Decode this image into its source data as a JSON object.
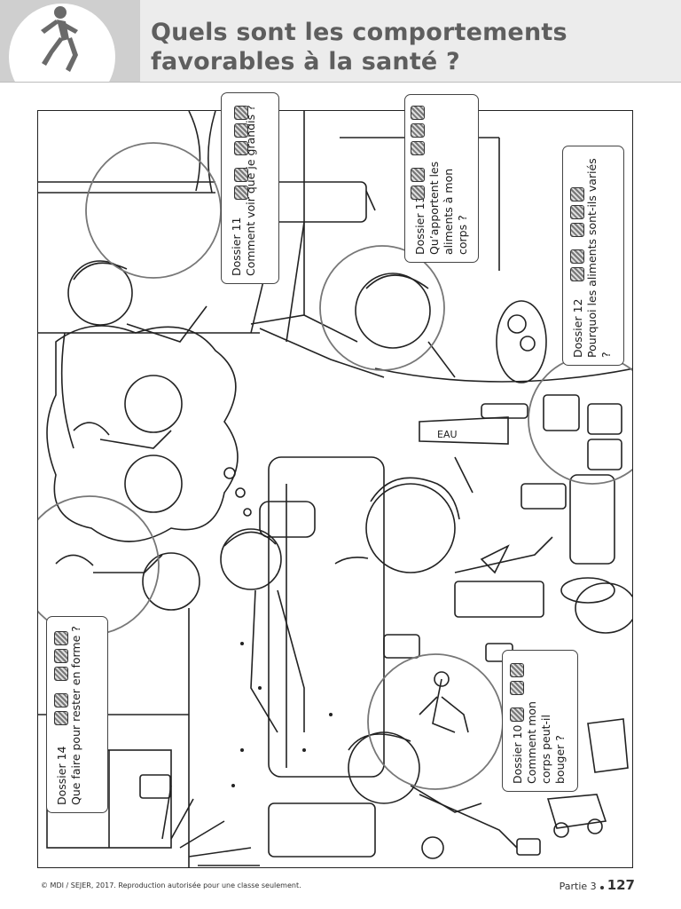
{
  "header": {
    "title_line1": "Quels sont les comportements",
    "title_line2": "favorables à la santé ?",
    "icon": "runner-icon"
  },
  "dossiers": [
    {
      "label": "Dossier 11",
      "question": "Comment voir que je grandis ?",
      "difficulty_icons": 5
    },
    {
      "label": "Dossier 13",
      "question": "Qu’apportent les aliments à mon corps ?",
      "difficulty_icons": 5
    },
    {
      "label": "Dossier 12",
      "question": "Pourquoi les aliments sont-ils variés ?",
      "difficulty_icons": 5
    },
    {
      "label": "Dossier 14",
      "question": "Que faire pour rester en forme ?",
      "difficulty_icons": 5
    },
    {
      "label": "Dossier 10",
      "question": "Comment mon corps peut-il bouger ?",
      "difficulty_icons": 3
    }
  ],
  "illustration": {
    "bottle_label": "EAU"
  },
  "footer": {
    "copyright": "© MDI / SEJER, 2017. Reproduction autorisée pour une classe seulement.",
    "part": "Partie 3",
    "page": "127"
  }
}
